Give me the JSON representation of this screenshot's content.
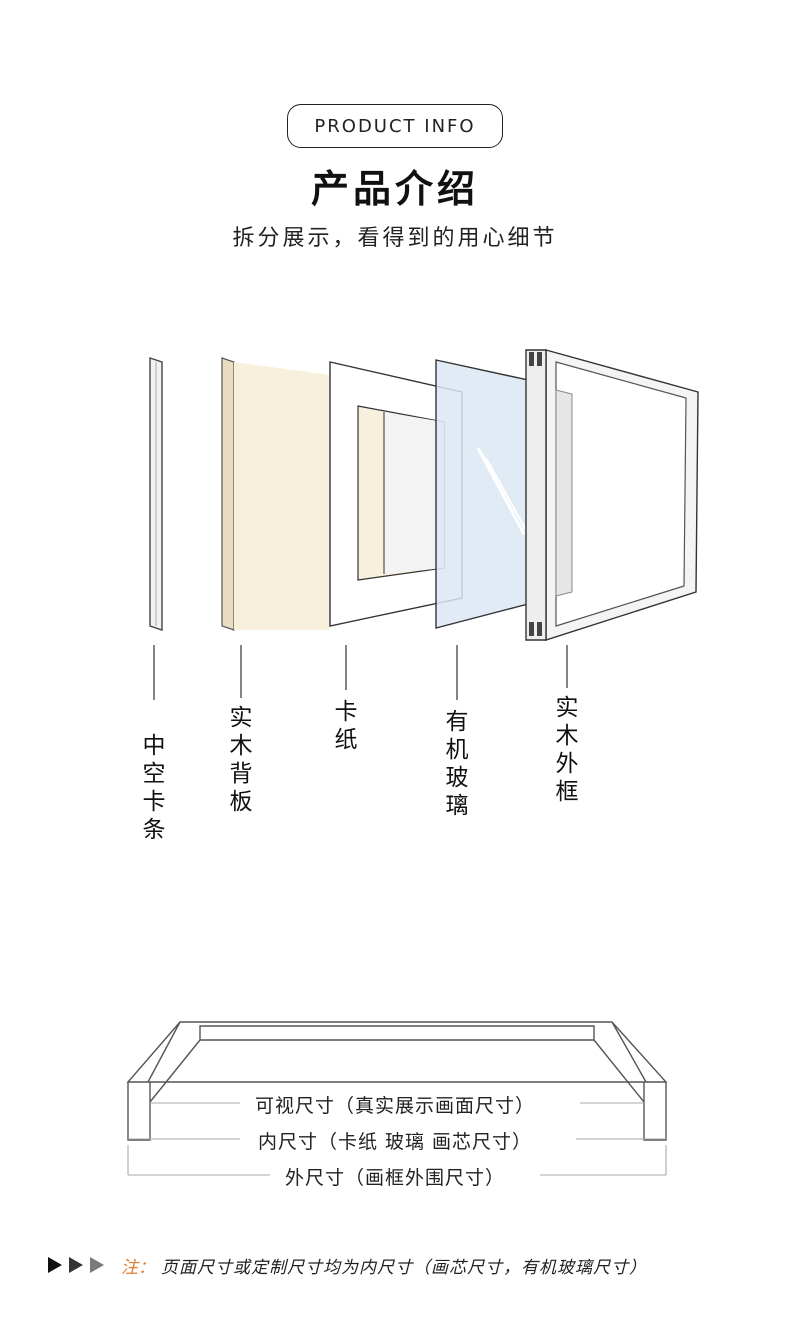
{
  "header": {
    "badge": "PRODUCT INFO",
    "title": "产品介绍",
    "subtitle": "拆分展示，看得到的用心细节"
  },
  "layers": [
    {
      "id": "hollow-strip",
      "label": "中空卡条"
    },
    {
      "id": "wood-backboard",
      "label": "实木背板"
    },
    {
      "id": "mat-card",
      "label": "卡纸"
    },
    {
      "id": "acrylic-glass",
      "label": "有机玻璃"
    },
    {
      "id": "wood-frame",
      "label": "实木外框"
    }
  ],
  "dimensions": {
    "visible": "可视尺寸（真实展示画面尺寸）",
    "inner": "内尺寸（卡纸 玻璃 画芯尺寸）",
    "outer": "外尺寸（画框外围尺寸）"
  },
  "note": {
    "label": "注：",
    "text": "页面尺寸或定制尺寸均为内尺寸（画芯尺寸，有机玻璃尺寸）"
  },
  "colors": {
    "accent": "#e07a2e",
    "backboard": "#f8efdc",
    "glass": "#dce8f3"
  }
}
